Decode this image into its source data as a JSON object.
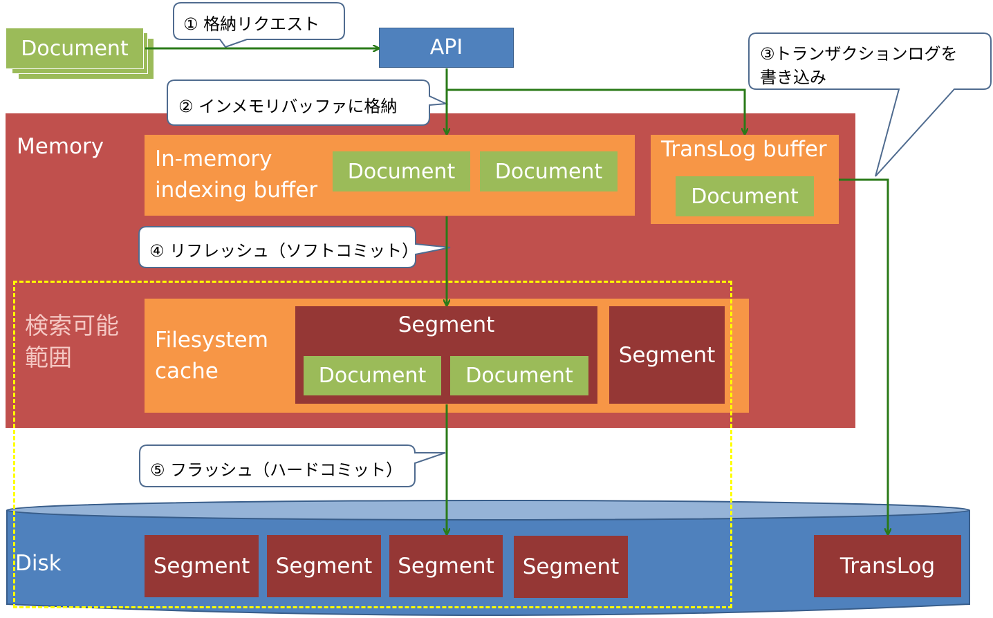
{
  "source_document": {
    "label": "Document"
  },
  "api": {
    "label": "API"
  },
  "callouts": {
    "step1": "① 格納リクエスト",
    "step2": "② インメモリバッファに格納",
    "step3_line1": "③トランザクションログを",
    "step3_line2": "書き込み",
    "step4": "④ リフレッシュ（ソフトコミット）",
    "step5": "⑤ フラッシュ（ハードコミット）"
  },
  "memory": {
    "label": "Memory",
    "indexing_buffer": {
      "label_line1": "In-memory",
      "label_line2": "indexing buffer",
      "documents": [
        "Document",
        "Document"
      ]
    },
    "translog_buffer": {
      "label": "TransLog buffer",
      "documents": [
        "Document"
      ]
    },
    "searchable_label_line1": "検索可能",
    "searchable_label_line2": "範囲",
    "filesystem_cache": {
      "label_line1": "Filesystem",
      "label_line2": "cache",
      "segment_main": {
        "label": "Segment",
        "documents": [
          "Document",
          "Document"
        ]
      },
      "segment_other": "Segment"
    }
  },
  "disk": {
    "label": "Disk",
    "segments": [
      "Segment",
      "Segment",
      "Segment",
      "Segment"
    ],
    "translog": "TransLog"
  },
  "colors": {
    "document_green": "#9bbb59",
    "api_blue": "#4f81bd",
    "memory_red": "#c0504d",
    "buffer_orange": "#f79646",
    "segment_dark_red": "#953735",
    "disk_blue": "#4f81bd",
    "arrow_green": "#2a7a18",
    "searchable_border_yellow": "#ffff00"
  }
}
